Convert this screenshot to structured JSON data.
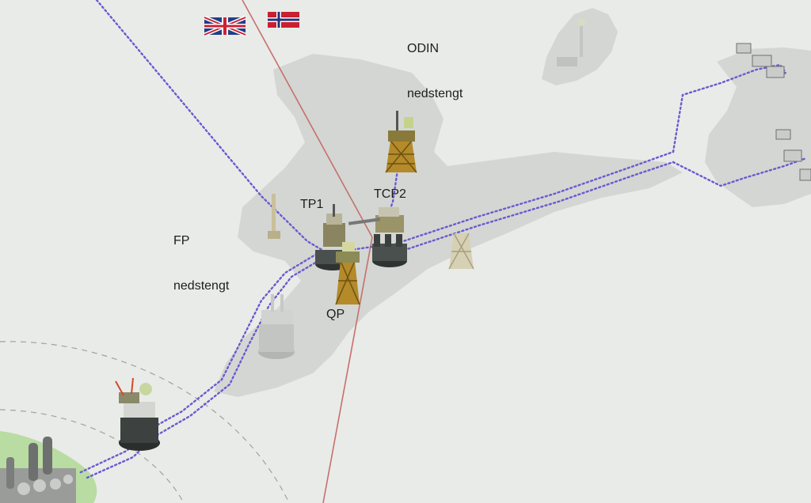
{
  "labels": {
    "odin_name": "ODIN",
    "odin_status": "nedstengt",
    "fp_name": "FP",
    "fp_status": "nedstengt",
    "tp1": "TP1",
    "tcp2": "TCP2",
    "qp": "QP"
  },
  "flags": {
    "left": "uk-flag",
    "right": "norway-flag"
  },
  "colors": {
    "sea": "#e9ebe8",
    "field_shadow": "#d3d6d3",
    "pipeline": "#6a5ad0",
    "boundary": "#c7706c",
    "land": "#b9dca2"
  },
  "icons": {
    "platform_tcp2": "production-platform-icon",
    "platform_tp1": "drilling-platform-icon",
    "platform_qp": "quarters-platform-icon",
    "jacket_north": "jacket-structure-icon",
    "jacket_east": "jacket-structure-icon",
    "platform_fp": "flare-tower-icon",
    "platform_odin": "odin-platform-icon",
    "platform_shore": "shore-platform-icon",
    "terminal": "onshore-terminal-icon"
  }
}
